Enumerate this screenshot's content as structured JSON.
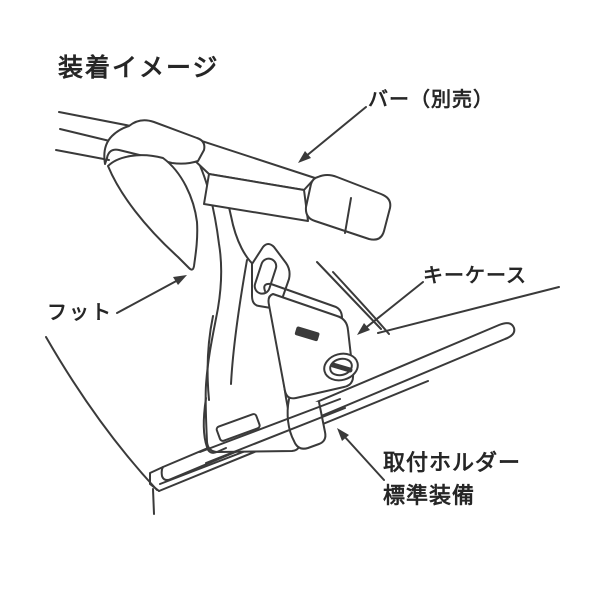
{
  "canvas": {
    "background": "#ffffff",
    "line_color": "#3a3a3a",
    "text_color": "#262626"
  },
  "title": "装着イメージ",
  "diagram": {
    "type": "line-art installation illustration of a car roof-carrier foot",
    "labels": {
      "bar": "バー（別売）",
      "key_case": "キーケース",
      "foot": "フット",
      "holder_line1": "取付ホルダー",
      "holder_line2": "標準装備"
    }
  }
}
